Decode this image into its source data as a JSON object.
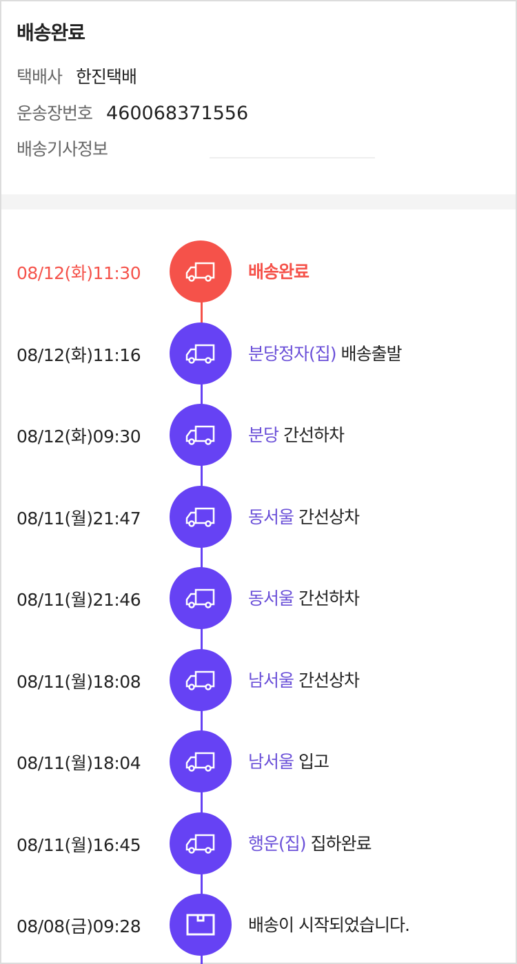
{
  "header": {
    "title": "배송완료",
    "carrier_label": "택배사",
    "carrier": "한진택배",
    "invoice_label": "운송장번호",
    "invoice": "460068371556",
    "driver_label": "배송기사정보"
  },
  "colors": {
    "done": "#f5524a",
    "step": "#6642f4",
    "loc_text": "#6a4fd8"
  },
  "events": [
    {
      "date": "08/12(화)11:30",
      "loc": "",
      "status": "배송완료",
      "icon": "truck-icon",
      "done": true
    },
    {
      "date": "08/12(화)11:16",
      "loc": "분당정자(집)",
      "status": "배송출발",
      "icon": "truck-icon"
    },
    {
      "date": "08/12(화)09:30",
      "loc": "분당",
      "status": "간선하차",
      "icon": "truck-icon"
    },
    {
      "date": "08/11(월)21:47",
      "loc": "동서울",
      "status": "간선상차",
      "icon": "truck-icon"
    },
    {
      "date": "08/11(월)21:46",
      "loc": "동서울",
      "status": "간선하차",
      "icon": "truck-icon"
    },
    {
      "date": "08/11(월)18:08",
      "loc": "남서울",
      "status": "간선상차",
      "icon": "truck-icon"
    },
    {
      "date": "08/11(월)18:04",
      "loc": "남서울",
      "status": "입고",
      "icon": "truck-icon"
    },
    {
      "date": "08/11(월)16:45",
      "loc": "행운(집)",
      "status": "집하완료",
      "icon": "truck-icon"
    },
    {
      "date": "08/08(금)09:28",
      "loc": "",
      "status": "배송이 시작되었습니다.",
      "icon": "box-icon"
    }
  ]
}
